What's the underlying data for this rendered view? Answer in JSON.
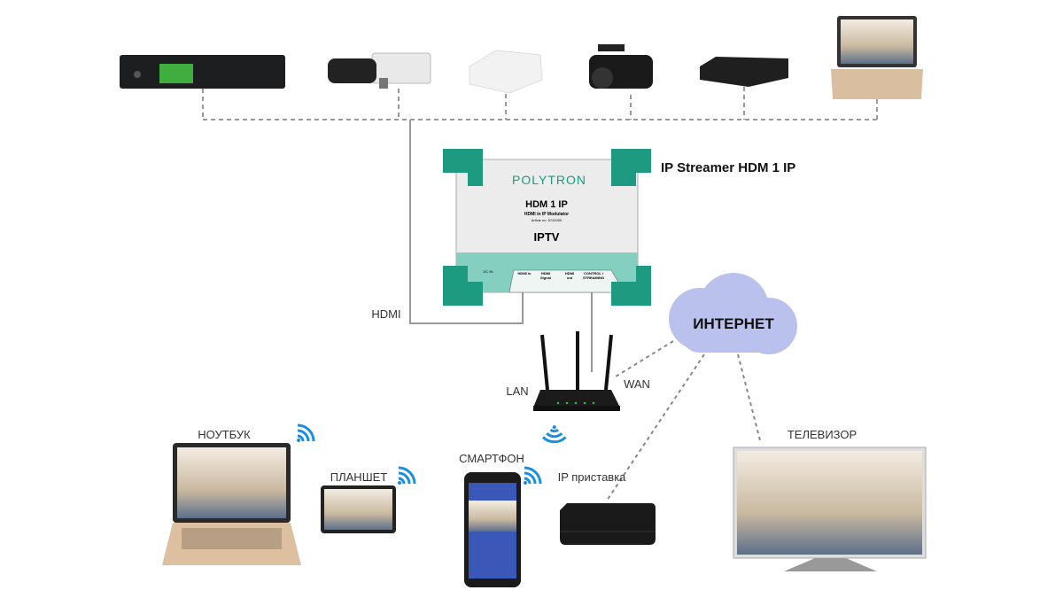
{
  "title": "IP Streamer HDM 1 IP",
  "device": {
    "brand": "POLYTRON",
    "model": "HDM 1 IP",
    "subtitle": "HDMI in IP Modulator",
    "article": "Article no. 5741000",
    "iptv": "IPTV",
    "port_hdmi_in": "HDMI in",
    "port_signal": "HDMI Signal",
    "port_hdmi_out": "HDMI out",
    "port_control": "CONTROL / STREAMING",
    "dc": "DC IN"
  },
  "labels": {
    "hdmi": "HDMI",
    "lan": "LAN",
    "wan": "WAN",
    "internet": "ИНТЕРНЕТ",
    "laptop": "НОУТБУК",
    "tablet": "ПЛАНШЕТ",
    "smartphone": "СМАРТФОН",
    "ip_box": "IP приставка",
    "tv": "ТЕЛЕВИЗОР"
  },
  "colors": {
    "bracket": "#1e9a80",
    "cloud": "#b9c1ec",
    "wifi": "#1a8fe0",
    "cable": "#999999"
  }
}
